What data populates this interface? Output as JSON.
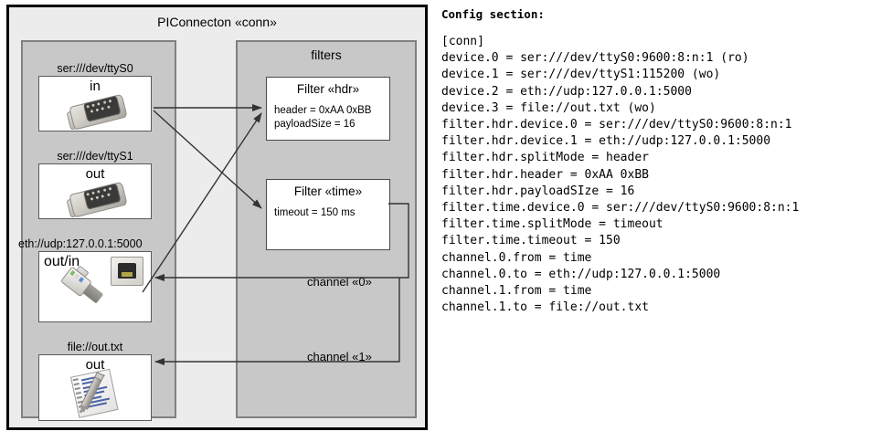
{
  "diagram": {
    "title": "PIConnecton «conn»",
    "devices_panel": {
      "title": "",
      "nodes": [
        {
          "label": "ser:///dev/ttyS0",
          "direction": "in",
          "icon": "serial-connector-icon"
        },
        {
          "label": "ser:///dev/ttyS1",
          "direction": "out",
          "icon": "serial-connector-icon"
        },
        {
          "label": "eth://udp:127.0.0.1:5000",
          "direction": "out/in",
          "icon": "ethernet-jack-icon"
        },
        {
          "label": "file://out.txt",
          "direction": "out",
          "icon": "notepad-pencil-icon"
        }
      ]
    },
    "filters_panel": {
      "title": "filters",
      "nodes": [
        {
          "title": "Filter «hdr»",
          "props": [
            "header = 0xAA 0xBB",
            "payloadSize = 16"
          ]
        },
        {
          "title": "Filter «time»",
          "props": [
            "timeout = 150 ms"
          ]
        }
      ]
    },
    "channels": [
      {
        "label": "channel «0»"
      },
      {
        "label": "channel «1»"
      }
    ]
  },
  "config": {
    "heading": "Config section:",
    "lines": [
      "[conn]",
      "device.0 = ser:///dev/ttyS0:9600:8:n:1 (ro)",
      "device.1 = ser:///dev/ttyS1:115200 (wo)",
      "device.2 = eth://udp:127.0.0.1:5000",
      "device.3 = file://out.txt (wo)",
      "filter.hdr.device.0 = ser:///dev/ttyS0:9600:8:n:1",
      "filter.hdr.device.1 = eth://udp:127.0.0.1:5000",
      "filter.hdr.splitMode = header",
      "filter.hdr.header = 0xAA 0xBB",
      "filter.hdr.payloadSIze = 16",
      "filter.time.device.0 = ser:///dev/ttyS0:9600:8:n:1",
      "filter.time.splitMode = timeout",
      "filter.time.timeout = 150",
      "channel.0.from = time",
      "channel.0.to = eth://udp:127.0.0.1:5000",
      "channel.1.from = time",
      "channel.1.to = file://out.txt"
    ]
  },
  "colors": {
    "outer_bg": "#ececec",
    "panel_bg": "#c8c8c8",
    "node_bg": "#ffffff",
    "border": "#000000",
    "edge": "#333333"
  }
}
